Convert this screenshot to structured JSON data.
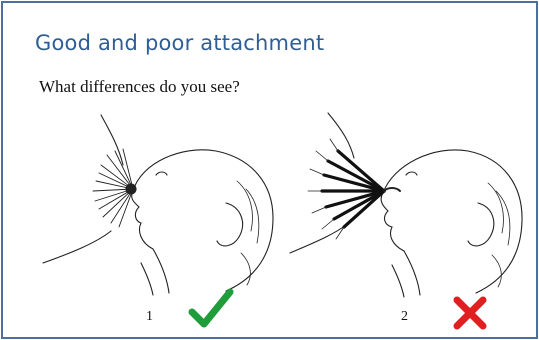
{
  "slide": {
    "title": "Good and poor attachment",
    "question": "What differences do you see?",
    "figures": [
      {
        "number": "1",
        "verdict_icon": "check-icon",
        "verdict_color": "#1f9d3a"
      },
      {
        "number": "2",
        "verdict_icon": "cross-icon",
        "verdict_color": "#e02020"
      }
    ]
  }
}
